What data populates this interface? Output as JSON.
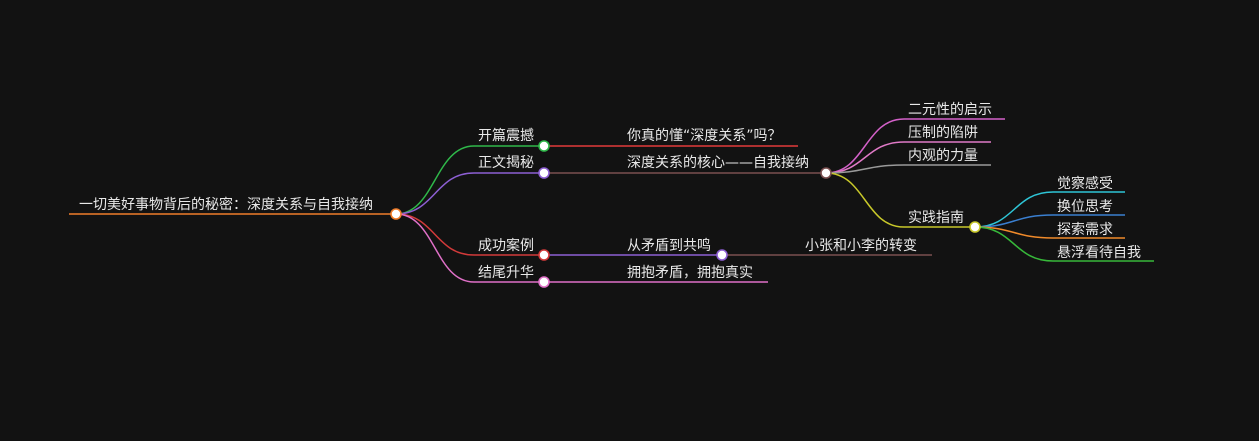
{
  "background": "#121212",
  "root": {
    "label": "一切美好事物背后的秘密：深度关系与自我接纳",
    "color": "#f07d2a"
  },
  "branches": [
    {
      "id": "b1",
      "label": "开篇震撼",
      "color": "#2fb84a",
      "children": [
        {
          "id": "b1c1",
          "label": "你真的懂“深度关系”吗？",
          "color": "#e23b3b"
        }
      ]
    },
    {
      "id": "b2",
      "label": "正文揭秘",
      "color": "#8d5fd3",
      "children": [
        {
          "id": "b2c1",
          "label": "深度关系的核心——自我接纳",
          "color": "#7a4f4f",
          "children": [
            {
              "id": "b2c1a",
              "label": "二元性的启示",
              "color": "#d461c9"
            },
            {
              "id": "b2c1b",
              "label": "压制的陷阱",
              "color": "#e07ac7"
            },
            {
              "id": "b2c1c",
              "label": "内观的力量",
              "color": "#9a9a9a"
            },
            {
              "id": "b2c1d",
              "label": "实践指南",
              "color": "#c8c82a",
              "children": [
                {
                  "id": "p1",
                  "label": "觉察感受",
                  "color": "#2ec5d6"
                },
                {
                  "id": "p2",
                  "label": "换位思考",
                  "color": "#3a7fd0"
                },
                {
                  "id": "p3",
                  "label": "探索需求",
                  "color": "#f08a2a"
                },
                {
                  "id": "p4",
                  "label": "悬浮看待自我",
                  "color": "#37b83a"
                }
              ]
            }
          ]
        }
      ]
    },
    {
      "id": "b3",
      "label": "成功案例",
      "color": "#d23a3a",
      "children": [
        {
          "id": "b3c1",
          "label": "从矛盾到共鸣",
          "color": "#8d5fd3",
          "children": [
            {
              "id": "b3c1a",
              "label": "小张和小李的转变",
              "color": "#7a4f4f"
            }
          ]
        }
      ]
    },
    {
      "id": "b4",
      "label": "结尾升华",
      "color": "#e070c8",
      "children": [
        {
          "id": "b4c1",
          "label": "拥抱矛盾，拥抱真实",
          "color": "#e070c8"
        }
      ]
    }
  ]
}
